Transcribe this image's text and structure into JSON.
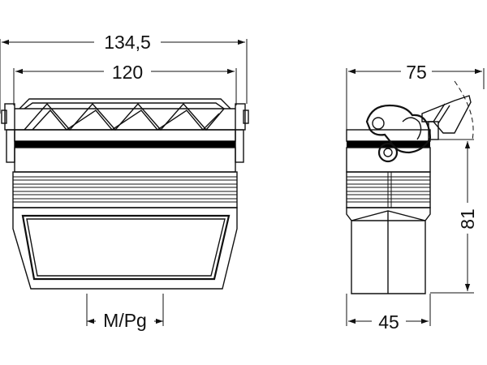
{
  "drawing": {
    "front_view": {
      "dim_overall_width": "134,5",
      "dim_inner_width": "120",
      "dim_entry_thread": "M/Pg"
    },
    "side_view": {
      "dim_depth_top": "75",
      "dim_height": "81",
      "dim_depth_bottom": "45"
    },
    "colors": {
      "line": "#111111",
      "background": "#ffffff",
      "band": "#000000"
    }
  }
}
